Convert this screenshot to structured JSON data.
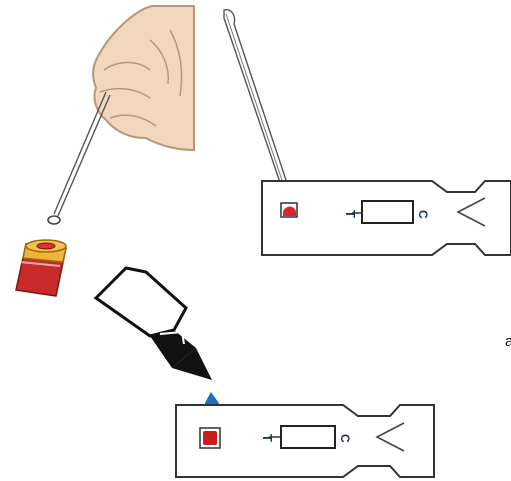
{
  "cassette_top": {
    "test_label": "T",
    "control_label": "C",
    "sample_color": "#d8262b"
  },
  "cassette_bottom": {
    "test_label": "T",
    "control_label": "C",
    "sample_color": "#c81e1e"
  },
  "buffer_drop_color": "#1d6fc4",
  "label_color": "#1a2f6e",
  "side_text": "a"
}
